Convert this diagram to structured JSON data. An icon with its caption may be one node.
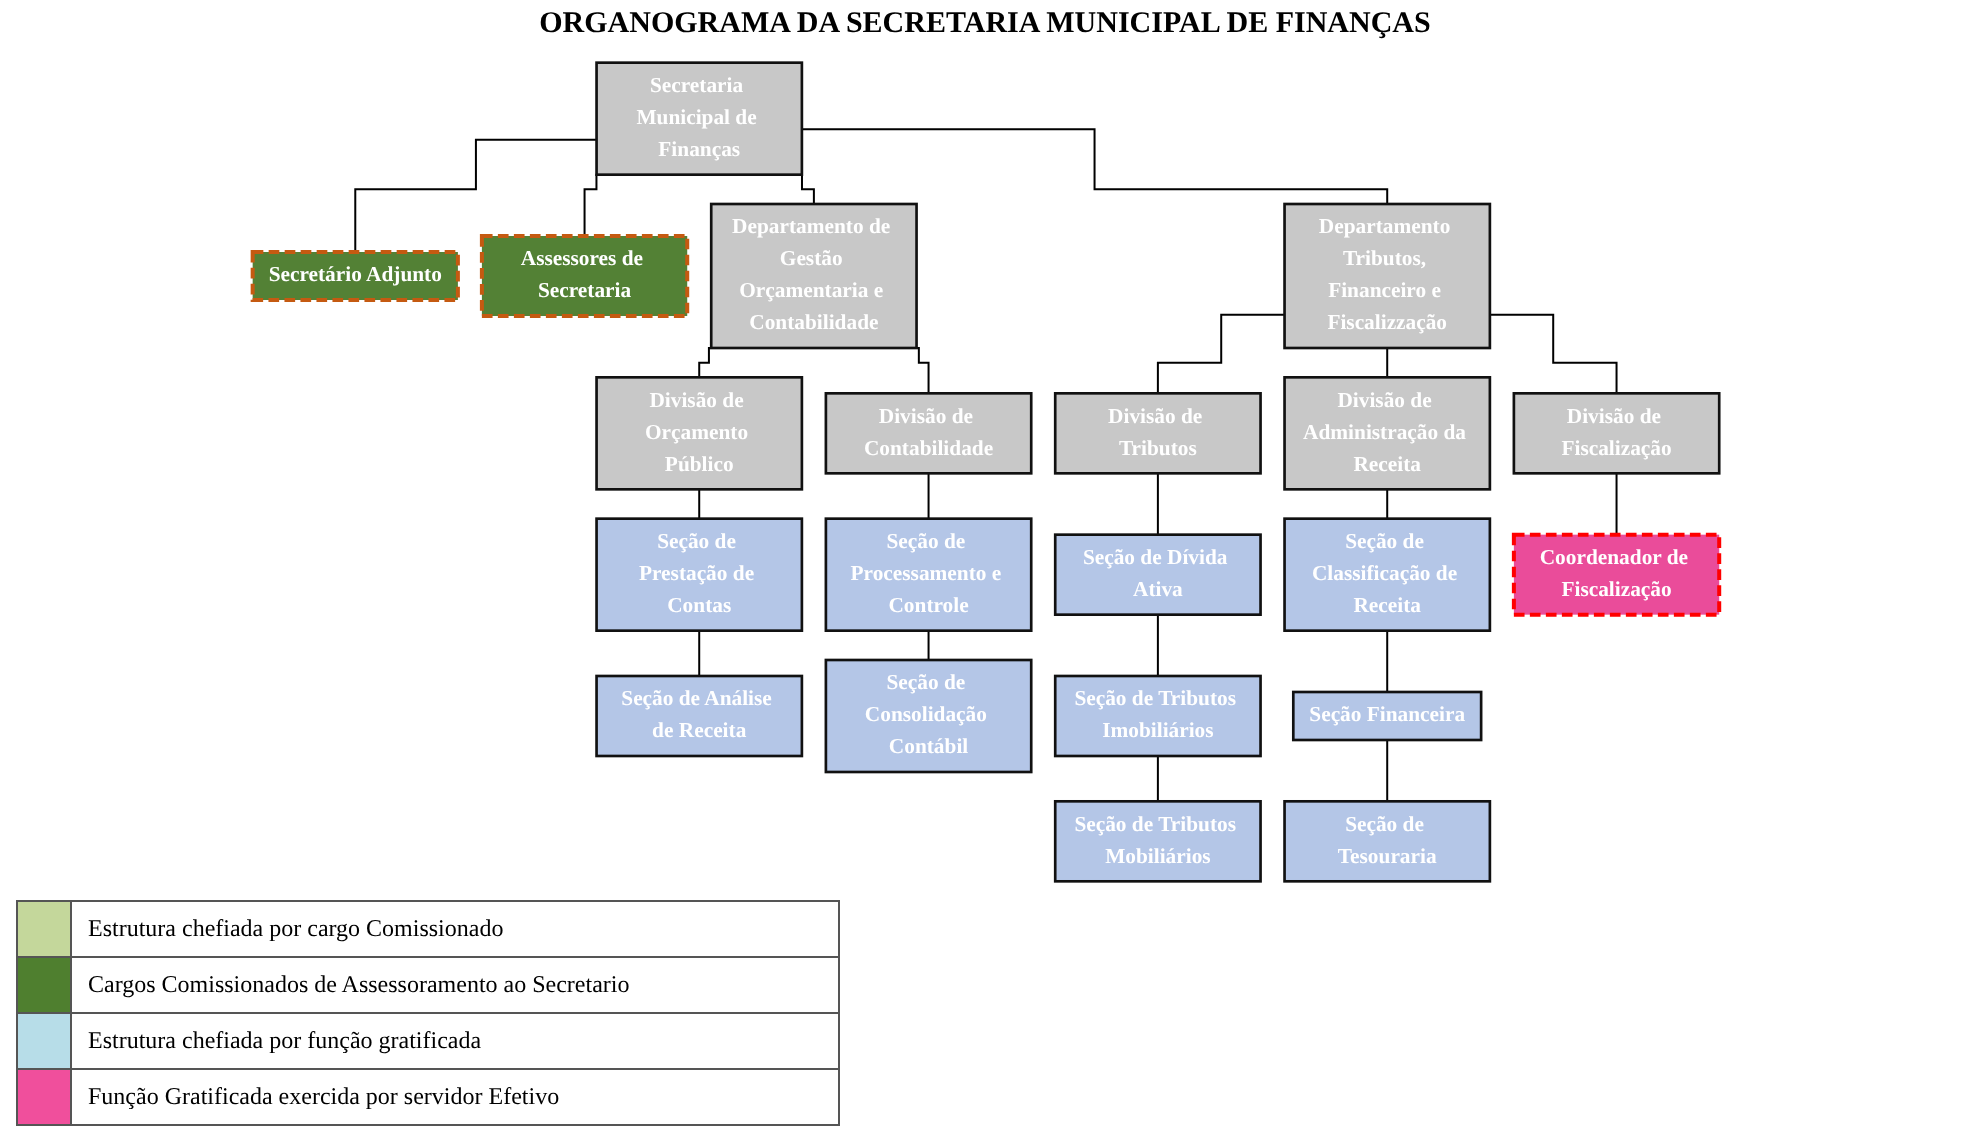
{
  "diagram": {
    "title": "ORGANOGRAMA DA SECRETARIA MUNICIPAL DE FINANÇAS",
    "nodes": [
      {
        "text": [
          "Secretaria Municipal de Finanças"
        ]
      },
      {
        "text": [
          "Secretário Adjunto"
        ]
      },
      {
        "text": [
          "Assessores de Secretaria"
        ]
      },
      {
        "text": [
          "Departamento de Gestão Orçamentaria e Contabilidade"
        ]
      },
      {
        "text": [
          "Departamento Tributos, Financeiro e Fiscalizzação"
        ]
      },
      {
        "text": [
          "Divisão de Orçamento Público"
        ]
      },
      {
        "text": [
          "Divisão de Contabilidade"
        ]
      },
      {
        "text": [
          "Divisão de Tributos"
        ]
      },
      {
        "text": [
          "Divisão de Administração da Receita"
        ]
      },
      {
        "text": [
          "Divisão de Fiscalização"
        ]
      },
      {
        "text": [
          "Seção de Prestação de Contas"
        ]
      },
      {
        "text": [
          "Seção de Análise de Receita"
        ]
      },
      {
        "text": [
          "Seção de Processamento e Controle"
        ]
      },
      {
        "text": [
          "Seção de Consolidação Contábil"
        ]
      },
      {
        "text": [
          "Seção de Dívida Ativa"
        ]
      },
      {
        "text": [
          "Seção de Tributos Imobiliários"
        ]
      },
      {
        "text": [
          "Seção de Tributos Mobiliários"
        ]
      },
      {
        "text": [
          "Seção de Classificação de Receita"
        ]
      },
      {
        "text": [
          "Seção Financeira"
        ]
      },
      {
        "text": [
          "Seção de Tesouraria"
        ]
      },
      {
        "text": [
          "Coordenador de Fiscalização"
        ]
      }
    ],
    "edges": [
      {
        "from": 0,
        "to": 1,
        "arrow": "none"
      },
      {
        "from": 0,
        "to": 2,
        "arrow": "none"
      },
      {
        "from": 0,
        "to": 3,
        "arrow": "none"
      },
      {
        "from": 0,
        "to": 4,
        "arrow": "none"
      },
      {
        "from": 3,
        "to": 5,
        "arrow": "none"
      },
      {
        "from": 3,
        "to": 6,
        "arrow": "none"
      },
      {
        "from": 4,
        "to": 7,
        "arrow": "none"
      },
      {
        "from": 4,
        "to": 8,
        "arrow": "none"
      },
      {
        "from": 4,
        "to": 9,
        "arrow": "none"
      },
      {
        "from": 5,
        "to": 10,
        "arrow": "none"
      },
      {
        "from": 10,
        "to": 11,
        "arrow": "none"
      },
      {
        "from": 6,
        "to": 12,
        "arrow": "none"
      },
      {
        "from": 12,
        "to": 13,
        "arrow": "none"
      },
      {
        "from": 7,
        "to": 14,
        "arrow": "none"
      },
      {
        "from": 14,
        "to": 15,
        "arrow": "none"
      },
      {
        "from": 15,
        "to": 16,
        "arrow": "none"
      },
      {
        "from": 8,
        "to": 17,
        "arrow": "none"
      },
      {
        "from": 17,
        "to": 18,
        "arrow": "none"
      },
      {
        "from": 18,
        "to": 19,
        "arrow": "none"
      },
      {
        "from": 9,
        "to": 20,
        "arrow": "none"
      }
    ],
    "legend": [
      {
        "text": "Estrutura chefiada por cargo Comissionado",
        "color": "#c4d79b"
      },
      {
        "text": "Cargos Comissionados de Assessoramento ao Secretario",
        "color": "#4f7f2f"
      },
      {
        "text": "Estrutura chefiada por função gratificada",
        "color": "#b7dde8"
      },
      {
        "text": "Função Gratificada exercida por servidor Efetivo",
        "color": "#f04f9c"
      }
    ]
  }
}
